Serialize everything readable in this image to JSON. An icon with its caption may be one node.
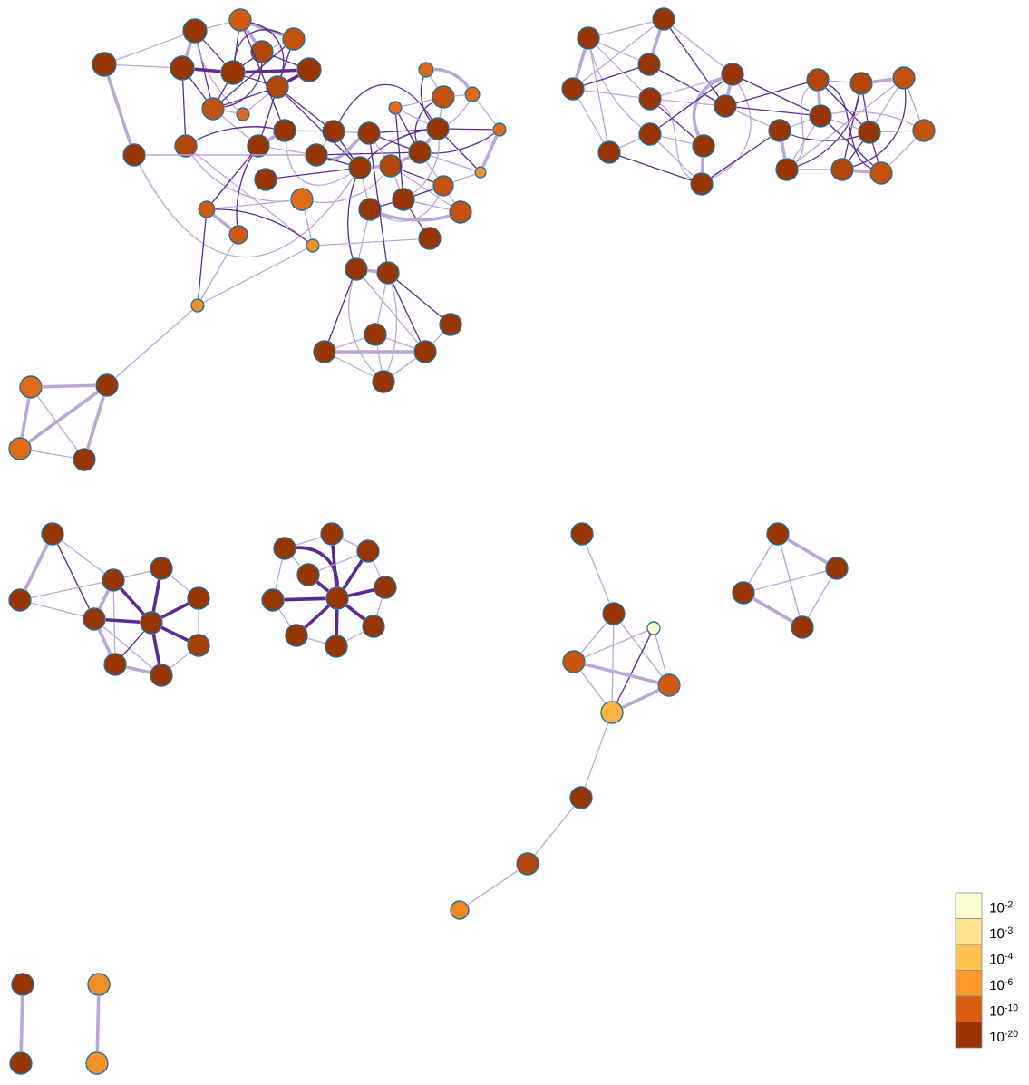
{
  "diagram": {
    "nodes": [
      {
        "text": [],
        "shape": "circle"
      },
      {
        "text": [],
        "shape": "circle"
      },
      {
        "text": [],
        "shape": "circle"
      },
      {
        "text": [],
        "shape": "circle"
      },
      {
        "text": [],
        "shape": "circle"
      },
      {
        "text": [],
        "shape": "circle"
      },
      {
        "text": [],
        "shape": "circle"
      },
      {
        "text": [],
        "shape": "circle"
      },
      {
        "text": [],
        "shape": "circle"
      },
      {
        "text": [],
        "shape": "circle"
      },
      {
        "text": [],
        "shape": "circle"
      },
      {
        "text": [],
        "shape": "circle"
      },
      {
        "text": [],
        "shape": "circle"
      },
      {
        "text": [],
        "shape": "circle"
      },
      {
        "text": [],
        "shape": "circle"
      },
      {
        "text": [],
        "shape": "circle"
      },
      {
        "text": [],
        "shape": "circle"
      },
      {
        "text": [],
        "shape": "circle"
      },
      {
        "text": [],
        "shape": "circle"
      },
      {
        "text": [],
        "shape": "circle"
      },
      {
        "text": [],
        "shape": "circle"
      },
      {
        "text": [],
        "shape": "circle"
      },
      {
        "text": [],
        "shape": "circle"
      },
      {
        "text": [],
        "shape": "circle"
      },
      {
        "text": [],
        "shape": "circle"
      },
      {
        "text": [],
        "shape": "circle"
      },
      {
        "text": [],
        "shape": "circle"
      },
      {
        "text": [],
        "shape": "circle"
      },
      {
        "text": [],
        "shape": "circle"
      },
      {
        "text": [],
        "shape": "circle"
      },
      {
        "text": [],
        "shape": "circle"
      },
      {
        "text": [],
        "shape": "circle"
      },
      {
        "text": [],
        "shape": "circle"
      },
      {
        "text": [],
        "shape": "circle"
      },
      {
        "text": [],
        "shape": "circle"
      },
      {
        "text": [],
        "shape": "circle"
      },
      {
        "text": [],
        "shape": "circle"
      },
      {
        "text": [],
        "shape": "circle"
      },
      {
        "text": [],
        "shape": "circle"
      },
      {
        "text": [],
        "shape": "circle"
      },
      {
        "text": [],
        "shape": "circle"
      },
      {
        "text": [],
        "shape": "circle"
      },
      {
        "text": [],
        "shape": "circle"
      },
      {
        "text": [],
        "shape": "circle"
      },
      {
        "text": [],
        "shape": "circle"
      },
      {
        "text": [],
        "shape": "circle"
      },
      {
        "text": [],
        "shape": "circle"
      },
      {
        "text": [],
        "shape": "circle"
      },
      {
        "text": [],
        "shape": "circle"
      },
      {
        "text": [],
        "shape": "circle"
      },
      {
        "text": [],
        "shape": "circle"
      },
      {
        "text": [],
        "shape": "circle"
      },
      {
        "text": [],
        "shape": "circle"
      },
      {
        "text": [],
        "shape": "circle"
      },
      {
        "text": [],
        "shape": "circle"
      },
      {
        "text": [],
        "shape": "circle"
      },
      {
        "text": [],
        "shape": "circle"
      },
      {
        "text": [],
        "shape": "circle"
      },
      {
        "text": [],
        "shape": "circle"
      },
      {
        "text": [],
        "shape": "circle"
      },
      {
        "text": [],
        "shape": "circle"
      },
      {
        "text": [],
        "shape": "circle"
      },
      {
        "text": [],
        "shape": "circle"
      },
      {
        "text": [],
        "shape": "circle"
      },
      {
        "text": [],
        "shape": "circle"
      },
      {
        "text": [],
        "shape": "circle"
      },
      {
        "text": [],
        "shape": "circle"
      },
      {
        "text": [],
        "shape": "circle"
      },
      {
        "text": [],
        "shape": "circle"
      },
      {
        "text": [],
        "shape": "circle"
      },
      {
        "text": [],
        "shape": "circle"
      },
      {
        "text": [],
        "shape": "circle"
      },
      {
        "text": [],
        "shape": "circle"
      },
      {
        "text": [],
        "shape": "circle"
      },
      {
        "text": [],
        "shape": "circle"
      },
      {
        "text": [],
        "shape": "circle"
      },
      {
        "text": [],
        "shape": "circle"
      },
      {
        "text": [],
        "shape": "circle"
      },
      {
        "text": [],
        "shape": "circle"
      },
      {
        "text": [],
        "shape": "circle"
      },
      {
        "text": [],
        "shape": "circle"
      },
      {
        "text": [],
        "shape": "circle"
      },
      {
        "text": [],
        "shape": "circle"
      },
      {
        "text": [],
        "shape": "circle"
      },
      {
        "text": [],
        "shape": "circle"
      },
      {
        "text": [],
        "shape": "circle"
      },
      {
        "text": [],
        "shape": "circle"
      },
      {
        "text": [],
        "shape": "circle"
      },
      {
        "text": [],
        "shape": "circle"
      },
      {
        "text": [],
        "shape": "circle"
      },
      {
        "text": [],
        "shape": "circle"
      },
      {
        "text": [],
        "shape": "circle"
      },
      {
        "text": [],
        "shape": "circle"
      },
      {
        "text": [],
        "shape": "circle"
      },
      {
        "text": [],
        "shape": "circle"
      },
      {
        "text": [],
        "shape": "circle"
      },
      {
        "text": [],
        "shape": "circle"
      },
      {
        "text": [],
        "shape": "circle"
      },
      {
        "text": [],
        "shape": "circle"
      },
      {
        "text": [],
        "shape": "circle"
      },
      {
        "text": [],
        "shape": "circle"
      },
      {
        "text": [],
        "shape": "circle"
      },
      {
        "text": [],
        "shape": "circle"
      },
      {
        "text": [],
        "shape": "circle"
      },
      {
        "text": [],
        "shape": "circle"
      },
      {
        "text": [],
        "shape": "circle"
      },
      {
        "text": [],
        "shape": "circle"
      },
      {
        "text": [],
        "shape": "circle"
      }
    ],
    "edges": [
      {
        "from": 0,
        "to": 1,
        "arrow": "none"
      },
      {
        "from": 0,
        "to": 5,
        "arrow": "none"
      },
      {
        "from": 0,
        "to": 11,
        "arrow": "none",
        "style": "thick"
      },
      {
        "from": 1,
        "to": 2,
        "arrow": "none"
      },
      {
        "from": 1,
        "to": 5,
        "arrow": "none",
        "style": "thick"
      },
      {
        "from": 1,
        "to": 6,
        "arrow": "none",
        "color": "#5b2a94"
      },
      {
        "from": 1,
        "to": 9,
        "arrow": "none",
        "color": "#5b2a94"
      },
      {
        "from": 1,
        "to": 10,
        "arrow": "none"
      },
      {
        "from": 2,
        "to": 3,
        "arrow": "none",
        "style": "thick"
      },
      {
        "from": 2,
        "to": 4,
        "arrow": "none",
        "style": "thick"
      },
      {
        "from": 2,
        "to": 6,
        "arrow": "none",
        "color": "#5b2a94"
      },
      {
        "from": 2,
        "to": 8,
        "arrow": "none",
        "color": "#5b2a94"
      },
      {
        "from": 2,
        "to": 14,
        "arrow": "none",
        "color": "#5b2a94"
      },
      {
        "from": 3,
        "to": 4,
        "arrow": "none"
      },
      {
        "from": 3,
        "to": 6,
        "arrow": "none",
        "color": "#5b2a94"
      },
      {
        "from": 3,
        "to": 7,
        "arrow": "none",
        "color": "#5b2a94"
      },
      {
        "from": 3,
        "to": 9,
        "arrow": "none",
        "color": "#5b2a94"
      },
      {
        "from": 4,
        "to": 6,
        "arrow": "none",
        "color": "#5b2a94"
      },
      {
        "from": 4,
        "to": 8,
        "arrow": "none",
        "color": "#5b2a94"
      },
      {
        "from": 4,
        "to": 9,
        "arrow": "none",
        "color": "#5b2a94"
      },
      {
        "from": 5,
        "to": 6,
        "arrow": "none",
        "color": "#5b2a94",
        "style": "thick"
      },
      {
        "from": 5,
        "to": 9,
        "arrow": "none",
        "color": "#5b2a94"
      },
      {
        "from": 5,
        "to": 12,
        "arrow": "none",
        "color": "#5b2a94"
      },
      {
        "from": 6,
        "to": 7,
        "arrow": "none",
        "color": "#5b2a94",
        "style": "thick"
      },
      {
        "from": 6,
        "to": 8,
        "arrow": "none",
        "color": "#5b2a94"
      },
      {
        "from": 6,
        "to": 9,
        "arrow": "none",
        "color": "#5b2a94"
      },
      {
        "from": 7,
        "to": 8,
        "arrow": "none",
        "color": "#5b2a94",
        "style": "thick"
      },
      {
        "from": 8,
        "to": 9,
        "arrow": "none",
        "color": "#5b2a94"
      },
      {
        "from": 8,
        "to": 10,
        "arrow": "none"
      },
      {
        "from": 8,
        "to": 13,
        "arrow": "none",
        "color": "#5b2a94"
      },
      {
        "from": 8,
        "to": 16,
        "arrow": "none",
        "color": "#5b2a94"
      },
      {
        "from": 8,
        "to": 19,
        "arrow": "none",
        "color": "#5b2a94"
      },
      {
        "from": 9,
        "to": 10,
        "arrow": "none"
      },
      {
        "from": 9,
        "to": 13,
        "arrow": "none"
      },
      {
        "from": 11,
        "to": 17,
        "arrow": "none"
      },
      {
        "from": 11,
        "to": 19,
        "arrow": "none"
      },
      {
        "from": 12,
        "to": 14,
        "arrow": "none",
        "color": "#5b2a94"
      },
      {
        "from": 12,
        "to": 34,
        "arrow": "none"
      },
      {
        "from": 12,
        "to": 37,
        "arrow": "none"
      },
      {
        "from": 13,
        "to": 14,
        "arrow": "none",
        "style": "thick"
      },
      {
        "from": 13,
        "to": 35,
        "arrow": "none",
        "color": "#5b2a94"
      },
      {
        "from": 13,
        "to": 36,
        "arrow": "none",
        "color": "#5b2a94"
      },
      {
        "from": 13,
        "to": 17,
        "arrow": "none"
      },
      {
        "from": 14,
        "to": 19,
        "arrow": "none"
      },
      {
        "from": 14,
        "to": 16,
        "arrow": "none"
      },
      {
        "from": 15,
        "to": 19,
        "arrow": "none",
        "color": "#5b2a94"
      },
      {
        "from": 16,
        "to": 17,
        "arrow": "none"
      },
      {
        "from": 16,
        "to": 18,
        "arrow": "none"
      },
      {
        "from": 16,
        "to": 19,
        "arrow": "none",
        "color": "#5b2a94"
      },
      {
        "from": 16,
        "to": 22,
        "arrow": "none",
        "color": "#5b2a94"
      },
      {
        "from": 17,
        "to": 18,
        "arrow": "none",
        "style": "thick"
      },
      {
        "from": 17,
        "to": 19,
        "arrow": "none",
        "color": "#5b2a94"
      },
      {
        "from": 17,
        "to": 21,
        "arrow": "none",
        "color": "#5b2a94"
      },
      {
        "from": 18,
        "to": 20,
        "arrow": "none"
      },
      {
        "from": 18,
        "to": 21,
        "arrow": "none",
        "color": "#5b2a94"
      },
      {
        "from": 18,
        "to": 22,
        "arrow": "none",
        "color": "#5b2a94"
      },
      {
        "from": 19,
        "to": 20,
        "arrow": "none",
        "style": "thick"
      },
      {
        "from": 19,
        "to": 22,
        "arrow": "none",
        "color": "#5b2a94"
      },
      {
        "from": 19,
        "to": 31,
        "arrow": "none"
      },
      {
        "from": 19,
        "to": 39,
        "arrow": "none",
        "color": "#5b2a94"
      },
      {
        "from": 20,
        "to": 21,
        "arrow": "none",
        "style": "thick"
      },
      {
        "from": 20,
        "to": 29,
        "arrow": "none",
        "color": "#5b2a94"
      },
      {
        "from": 20,
        "to": 30,
        "arrow": "none"
      },
      {
        "from": 20,
        "to": 32,
        "arrow": "none"
      },
      {
        "from": 21,
        "to": 22,
        "arrow": "none",
        "style": "thick"
      },
      {
        "from": 21,
        "to": 23,
        "arrow": "none",
        "color": "#5b2a94"
      },
      {
        "from": 21,
        "to": 25,
        "arrow": "none",
        "color": "#5b2a94"
      },
      {
        "from": 21,
        "to": 27,
        "arrow": "none",
        "color": "#5b2a94"
      },
      {
        "from": 21,
        "to": 28,
        "arrow": "none"
      },
      {
        "from": 21,
        "to": 29,
        "arrow": "none"
      },
      {
        "from": 22,
        "to": 23,
        "arrow": "none"
      },
      {
        "from": 22,
        "to": 24,
        "arrow": "none",
        "color": "#5b2a94"
      },
      {
        "from": 22,
        "to": 25,
        "arrow": "none"
      },
      {
        "from": 22,
        "to": 26,
        "arrow": "none"
      },
      {
        "from": 22,
        "to": 27,
        "arrow": "none",
        "color": "#5b2a94"
      },
      {
        "from": 22,
        "to": 28,
        "arrow": "none",
        "color": "#5b2a94"
      },
      {
        "from": 22,
        "to": 30,
        "arrow": "none"
      },
      {
        "from": 23,
        "to": 24,
        "arrow": "none"
      },
      {
        "from": 23,
        "to": 25,
        "arrow": "none"
      },
      {
        "from": 23,
        "to": 26,
        "arrow": "none"
      },
      {
        "from": 24,
        "to": 26,
        "arrow": "none",
        "style": "thick"
      },
      {
        "from": 25,
        "to": 30,
        "arrow": "none",
        "color": "#5b2a94"
      },
      {
        "from": 26,
        "to": 27,
        "arrow": "none"
      },
      {
        "from": 27,
        "to": 28,
        "arrow": "none",
        "style": "thick"
      },
      {
        "from": 28,
        "to": 29,
        "arrow": "none"
      },
      {
        "from": 29,
        "to": 30,
        "arrow": "none",
        "color": "#5b2a94"
      },
      {
        "from": 29,
        "to": 31,
        "arrow": "none"
      },
      {
        "from": 29,
        "to": 32,
        "arrow": "none"
      },
      {
        "from": 30,
        "to": 31,
        "arrow": "none",
        "color": "#5b2a94"
      },
      {
        "from": 30,
        "to": 32,
        "arrow": "none"
      },
      {
        "from": 30,
        "to": 33,
        "arrow": "none",
        "color": "#5b2a94"
      },
      {
        "from": 31,
        "to": 32,
        "arrow": "none",
        "style": "thick"
      },
      {
        "from": 34,
        "to": 20,
        "arrow": "none"
      },
      {
        "from": 34,
        "to": 35,
        "arrow": "none"
      },
      {
        "from": 34,
        "to": 37,
        "arrow": "none"
      },
      {
        "from": 35,
        "to": 36,
        "arrow": "none",
        "style": "thick"
      },
      {
        "from": 35,
        "to": 37,
        "arrow": "none",
        "color": "#5b2a94"
      },
      {
        "from": 35,
        "to": 38,
        "arrow": "none",
        "color": "#5b2a94"
      },
      {
        "from": 36,
        "to": 38,
        "arrow": "none"
      },
      {
        "from": 37,
        "to": 38,
        "arrow": "none"
      },
      {
        "from": 37,
        "to": 33,
        "arrow": "none"
      },
      {
        "from": 38,
        "to": 47,
        "arrow": "none"
      },
      {
        "from": 39,
        "to": 40,
        "arrow": "none",
        "style": "thick"
      },
      {
        "from": 39,
        "to": 43,
        "arrow": "none",
        "color": "#5b2a94"
      },
      {
        "from": 39,
        "to": 44,
        "arrow": "none"
      },
      {
        "from": 39,
        "to": 45,
        "arrow": "none"
      },
      {
        "from": 39,
        "to": 31,
        "arrow": "none"
      },
      {
        "from": 40,
        "to": 41,
        "arrow": "none",
        "color": "#5b2a94"
      },
      {
        "from": 40,
        "to": 42,
        "arrow": "none"
      },
      {
        "from": 40,
        "to": 44,
        "arrow": "none",
        "color": "#5b2a94"
      },
      {
        "from": 40,
        "to": 45,
        "arrow": "none"
      },
      {
        "from": 40,
        "to": 18,
        "arrow": "none",
        "color": "#5b2a94"
      },
      {
        "from": 41,
        "to": 44,
        "arrow": "none"
      },
      {
        "from": 42,
        "to": 43,
        "arrow": "none"
      },
      {
        "from": 42,
        "to": 44,
        "arrow": "none"
      },
      {
        "from": 42,
        "to": 45,
        "arrow": "none"
      },
      {
        "from": 43,
        "to": 44,
        "arrow": "none",
        "style": "thick"
      },
      {
        "from": 43,
        "to": 45,
        "arrow": "none"
      },
      {
        "from": 44,
        "to": 45,
        "arrow": "none"
      },
      {
        "from": 46,
        "to": 47,
        "arrow": "none",
        "style": "thick"
      },
      {
        "from": 46,
        "to": 48,
        "arrow": "none",
        "style": "thick"
      },
      {
        "from": 46,
        "to": 49,
        "arrow": "none"
      },
      {
        "from": 47,
        "to": 48,
        "arrow": "none",
        "style": "thick"
      },
      {
        "from": 47,
        "to": 49,
        "arrow": "none",
        "style": "thick"
      },
      {
        "from": 48,
        "to": 49,
        "arrow": "none"
      },
      {
        "from": 50,
        "to": 51,
        "arrow": "none"
      },
      {
        "from": 50,
        "to": 53,
        "arrow": "none",
        "style": "thick"
      },
      {
        "from": 50,
        "to": 59,
        "arrow": "none"
      },
      {
        "from": 50,
        "to": 54,
        "arrow": "none"
      },
      {
        "from": 50,
        "to": 52,
        "arrow": "none"
      },
      {
        "from": 50,
        "to": 57,
        "arrow": "none"
      },
      {
        "from": 51,
        "to": 52,
        "arrow": "none",
        "style": "thick"
      },
      {
        "from": 51,
        "to": 53,
        "arrow": "none"
      },
      {
        "from": 51,
        "to": 56,
        "arrow": "none",
        "color": "#5b2a94"
      },
      {
        "from": 51,
        "to": 55,
        "arrow": "none"
      },
      {
        "from": 52,
        "to": 53,
        "arrow": "none",
        "color": "#5b2a94"
      },
      {
        "from": 52,
        "to": 56,
        "arrow": "none",
        "color": "#5b2a94"
      },
      {
        "from": 53,
        "to": 54,
        "arrow": "none"
      },
      {
        "from": 53,
        "to": 59,
        "arrow": "none"
      },
      {
        "from": 54,
        "to": 55,
        "arrow": "none"
      },
      {
        "from": 54,
        "to": 56,
        "arrow": "none"
      },
      {
        "from": 54,
        "to": 58,
        "arrow": "none",
        "color": "#5b2a94"
      },
      {
        "from": 54,
        "to": 60,
        "arrow": "none"
      },
      {
        "from": 55,
        "to": 56,
        "arrow": "none",
        "style": "thick"
      },
      {
        "from": 55,
        "to": 58,
        "arrow": "none",
        "style": "thick"
      },
      {
        "from": 55,
        "to": 60,
        "arrow": "none"
      },
      {
        "from": 55,
        "to": 64,
        "arrow": "none",
        "color": "#5b2a94"
      },
      {
        "from": 55,
        "to": 57,
        "arrow": "none",
        "color": "#5b2a94"
      },
      {
        "from": 56,
        "to": 61,
        "arrow": "none",
        "color": "#5b2a94"
      },
      {
        "from": 56,
        "to": 64,
        "arrow": "none",
        "color": "#5b2a94"
      },
      {
        "from": 56,
        "to": 65,
        "arrow": "none"
      },
      {
        "from": 57,
        "to": 58,
        "arrow": "none"
      },
      {
        "from": 57,
        "to": 60,
        "arrow": "none"
      },
      {
        "from": 58,
        "to": 60,
        "arrow": "none",
        "style": "thick"
      },
      {
        "from": 59,
        "to": 60,
        "arrow": "none",
        "color": "#5b2a94"
      },
      {
        "from": 59,
        "to": 57,
        "arrow": "none"
      },
      {
        "from": 60,
        "to": 65,
        "arrow": "none",
        "color": "#5b2a94"
      },
      {
        "from": 61,
        "to": 62,
        "arrow": "none"
      },
      {
        "from": 61,
        "to": 64,
        "arrow": "none",
        "style": "thick"
      },
      {
        "from": 61,
        "to": 66,
        "arrow": "none",
        "color": "#5b2a94"
      },
      {
        "from": 61,
        "to": 68,
        "arrow": "none"
      },
      {
        "from": 61,
        "to": 70,
        "arrow": "none",
        "color": "#5b2a94"
      },
      {
        "from": 62,
        "to": 63,
        "arrow": "none",
        "style": "thick"
      },
      {
        "from": 62,
        "to": 66,
        "arrow": "none",
        "color": "#5b2a94"
      },
      {
        "from": 62,
        "to": 68,
        "arrow": "none",
        "color": "#5b2a94"
      },
      {
        "from": 62,
        "to": 69,
        "arrow": "none",
        "color": "#5b2a94"
      },
      {
        "from": 63,
        "to": 66,
        "arrow": "none"
      },
      {
        "from": 63,
        "to": 67,
        "arrow": "none"
      },
      {
        "from": 63,
        "to": 68,
        "arrow": "none"
      },
      {
        "from": 63,
        "to": 69,
        "arrow": "none",
        "color": "#5b2a94"
      },
      {
        "from": 64,
        "to": 65,
        "arrow": "none"
      },
      {
        "from": 64,
        "to": 66,
        "arrow": "none"
      },
      {
        "from": 64,
        "to": 67,
        "arrow": "none"
      },
      {
        "from": 64,
        "to": 68,
        "arrow": "none"
      },
      {
        "from": 64,
        "to": 70,
        "arrow": "none",
        "color": "#5b2a94"
      },
      {
        "from": 65,
        "to": 66,
        "arrow": "none",
        "color": "#5b2a94"
      },
      {
        "from": 65,
        "to": 68,
        "arrow": "none",
        "style": "thick"
      },
      {
        "from": 66,
        "to": 67,
        "arrow": "none"
      },
      {
        "from": 66,
        "to": 69,
        "arrow": "none",
        "color": "#5b2a94"
      },
      {
        "from": 66,
        "to": 70,
        "arrow": "none",
        "color": "#5b2a94"
      },
      {
        "from": 67,
        "to": 70,
        "arrow": "none"
      },
      {
        "from": 68,
        "to": 69,
        "arrow": "none"
      },
      {
        "from": 69,
        "to": 70,
        "arrow": "none",
        "style": "thick"
      },
      {
        "from": 71,
        "to": 72,
        "arrow": "none",
        "style": "thick"
      },
      {
        "from": 71,
        "to": 76,
        "arrow": "none",
        "color": "#5b2a94"
      },
      {
        "from": 71,
        "to": 73,
        "arrow": "none"
      },
      {
        "from": 72,
        "to": 73,
        "arrow": "none"
      },
      {
        "from": 72,
        "to": 76,
        "arrow": "none"
      },
      {
        "from": 73,
        "to": 74,
        "arrow": "none"
      },
      {
        "from": 73,
        "to": 76,
        "arrow": "none",
        "style": "thick"
      },
      {
        "from": 73,
        "to": 77,
        "arrow": "none",
        "color": "#5b2a94",
        "style": "thick"
      },
      {
        "from": 73,
        "to": 79,
        "arrow": "none"
      },
      {
        "from": 74,
        "to": 75,
        "arrow": "none"
      },
      {
        "from": 74,
        "to": 77,
        "arrow": "none",
        "color": "#5b2a94",
        "style": "thick"
      },
      {
        "from": 75,
        "to": 77,
        "arrow": "none",
        "color": "#5b2a94",
        "style": "thick"
      },
      {
        "from": 75,
        "to": 78,
        "arrow": "none"
      },
      {
        "from": 76,
        "to": 77,
        "arrow": "none",
        "color": "#5b2a94",
        "style": "thick"
      },
      {
        "from": 76,
        "to": 79,
        "arrow": "none",
        "style": "thick"
      },
      {
        "from": 76,
        "to": 80,
        "arrow": "none"
      },
      {
        "from": 77,
        "to": 78,
        "arrow": "none",
        "color": "#5b2a94",
        "style": "thick"
      },
      {
        "from": 77,
        "to": 79,
        "arrow": "none",
        "color": "#5b2a94"
      },
      {
        "from": 77,
        "to": 80,
        "arrow": "none",
        "color": "#5b2a94",
        "style": "thick"
      },
      {
        "from": 78,
        "to": 80,
        "arrow": "none"
      },
      {
        "from": 79,
        "to": 80,
        "arrow": "none",
        "style": "thick"
      },
      {
        "from": 87,
        "to": 81,
        "arrow": "none",
        "color": "#5b2a94",
        "style": "thick"
      },
      {
        "from": 87,
        "to": 82,
        "arrow": "none",
        "color": "#5b2a94",
        "style": "thick"
      },
      {
        "from": 87,
        "to": 83,
        "arrow": "none",
        "color": "#5b2a94",
        "style": "thick"
      },
      {
        "from": 87,
        "to": 84,
        "arrow": "none",
        "color": "#5b2a94",
        "style": "thick"
      },
      {
        "from": 87,
        "to": 85,
        "arrow": "none",
        "color": "#5b2a94",
        "style": "thick"
      },
      {
        "from": 87,
        "to": 86,
        "arrow": "none",
        "color": "#5b2a94",
        "style": "thick"
      },
      {
        "from": 87,
        "to": 88,
        "arrow": "none",
        "color": "#5b2a94",
        "style": "thick"
      },
      {
        "from": 87,
        "to": 89,
        "arrow": "none",
        "color": "#5b2a94",
        "style": "thick"
      },
      {
        "from": 87,
        "to": 90,
        "arrow": "none",
        "color": "#5b2a94",
        "style": "thick"
      },
      {
        "from": 81,
        "to": 82,
        "arrow": "none"
      },
      {
        "from": 81,
        "to": 84,
        "arrow": "none"
      },
      {
        "from": 81,
        "to": 86,
        "arrow": "none"
      },
      {
        "from": 82,
        "to": 83,
        "arrow": "none"
      },
      {
        "from": 83,
        "to": 85,
        "arrow": "none"
      },
      {
        "from": 85,
        "to": 88,
        "arrow": "none"
      },
      {
        "from": 88,
        "to": 90,
        "arrow": "none"
      },
      {
        "from": 89,
        "to": 90,
        "arrow": "none"
      },
      {
        "from": 86,
        "to": 89,
        "arrow": "none"
      },
      {
        "from": 84,
        "to": 83,
        "arrow": "none"
      },
      {
        "from": 91,
        "to": 92,
        "arrow": "none"
      },
      {
        "from": 92,
        "to": 94,
        "arrow": "none"
      },
      {
        "from": 92,
        "to": 95,
        "arrow": "none"
      },
      {
        "from": 92,
        "to": 96,
        "arrow": "none"
      },
      {
        "from": 93,
        "to": 94,
        "arrow": "none"
      },
      {
        "from": 93,
        "to": 96,
        "arrow": "none",
        "color": "#5b2a94"
      },
      {
        "from": 93,
        "to": 95,
        "arrow": "none"
      },
      {
        "from": 94,
        "to": 95,
        "arrow": "none",
        "style": "thick"
      },
      {
        "from": 94,
        "to": 96,
        "arrow": "none"
      },
      {
        "from": 95,
        "to": 96,
        "arrow": "none",
        "style": "thick"
      },
      {
        "from": 96,
        "to": 97,
        "arrow": "none"
      },
      {
        "from": 97,
        "to": 98,
        "arrow": "none"
      },
      {
        "from": 98,
        "to": 99,
        "arrow": "none"
      },
      {
        "from": 100,
        "to": 101,
        "arrow": "none",
        "style": "thick"
      },
      {
        "from": 100,
        "to": 102,
        "arrow": "none"
      },
      {
        "from": 100,
        "to": 103,
        "arrow": "none"
      },
      {
        "from": 101,
        "to": 102,
        "arrow": "none"
      },
      {
        "from": 101,
        "to": 103,
        "arrow": "none"
      },
      {
        "from": 102,
        "to": 103,
        "arrow": "none",
        "style": "thick"
      },
      {
        "from": 104,
        "to": 105,
        "arrow": "none",
        "style": "thick"
      },
      {
        "from": 106,
        "to": 107,
        "arrow": "none",
        "style": "thick"
      }
    ],
    "legend": [
      {
        "text": "10$^{-2}$",
        "color": "#ffffd4"
      },
      {
        "text": "10$^{-3}$",
        "color": "#fee391"
      },
      {
        "text": "10$^{-4}$",
        "color": "#fec44f"
      },
      {
        "text": "10$^{-6}$",
        "color": "#fe9929"
      },
      {
        "text": "10$^{-10}$",
        "color": "#d95f0e"
      },
      {
        "text": "10$^{-20}$",
        "color": "#993404"
      }
    ]
  }
}
